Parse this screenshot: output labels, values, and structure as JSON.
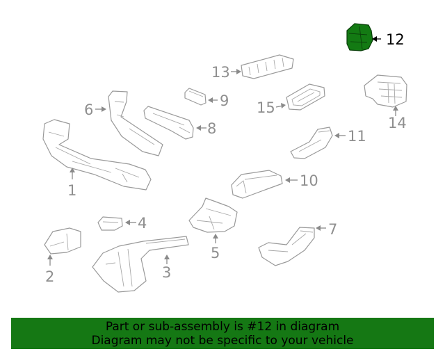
{
  "diagram": {
    "callouts": [
      {
        "id": "1",
        "label": "1"
      },
      {
        "id": "2",
        "label": "2"
      },
      {
        "id": "3",
        "label": "3"
      },
      {
        "id": "4",
        "label": "4"
      },
      {
        "id": "5",
        "label": "5"
      },
      {
        "id": "6",
        "label": "6"
      },
      {
        "id": "7",
        "label": "7"
      },
      {
        "id": "8",
        "label": "8"
      },
      {
        "id": "9",
        "label": "9"
      },
      {
        "id": "10",
        "label": "10"
      },
      {
        "id": "11",
        "label": "11"
      },
      {
        "id": "12",
        "label": "12",
        "highlighted": true
      },
      {
        "id": "13",
        "label": "13"
      },
      {
        "id": "14",
        "label": "14"
      },
      {
        "id": "15",
        "label": "15"
      }
    ],
    "highlight_color": "#137a13"
  },
  "notice": {
    "line1": "Part or sub-assembly is #12 in diagram",
    "line2": "Diagram may not be specific to your vehicle",
    "background": "#157814"
  }
}
